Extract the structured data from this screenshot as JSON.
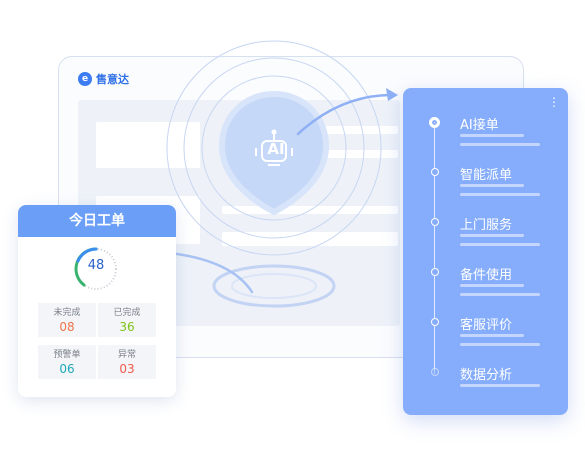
{
  "brand": {
    "name": "售意达",
    "mark": "e"
  },
  "ai_badge": "AI",
  "today_card": {
    "title": "今日工单",
    "gauge_value": "48",
    "stats": [
      {
        "label": "未完成",
        "value": "08",
        "color": "#f0744a"
      },
      {
        "label": "已完成",
        "value": "36",
        "color": "#7dc31a"
      },
      {
        "label": "预警单",
        "value": "06",
        "color": "#1fa8b8"
      },
      {
        "label": "异常",
        "value": "03",
        "color": "#f05a4a"
      }
    ]
  },
  "menu": {
    "more_icon": "⋮",
    "items": [
      {
        "label": "AI接单"
      },
      {
        "label": "智能派单"
      },
      {
        "label": "上门服务"
      },
      {
        "label": "备件使用"
      },
      {
        "label": "客服评价"
      },
      {
        "label": "数据分析"
      }
    ]
  },
  "colors": {
    "accent": "#6b9ef6",
    "panel": "#86adfb",
    "brand": "#2f6fe6"
  }
}
